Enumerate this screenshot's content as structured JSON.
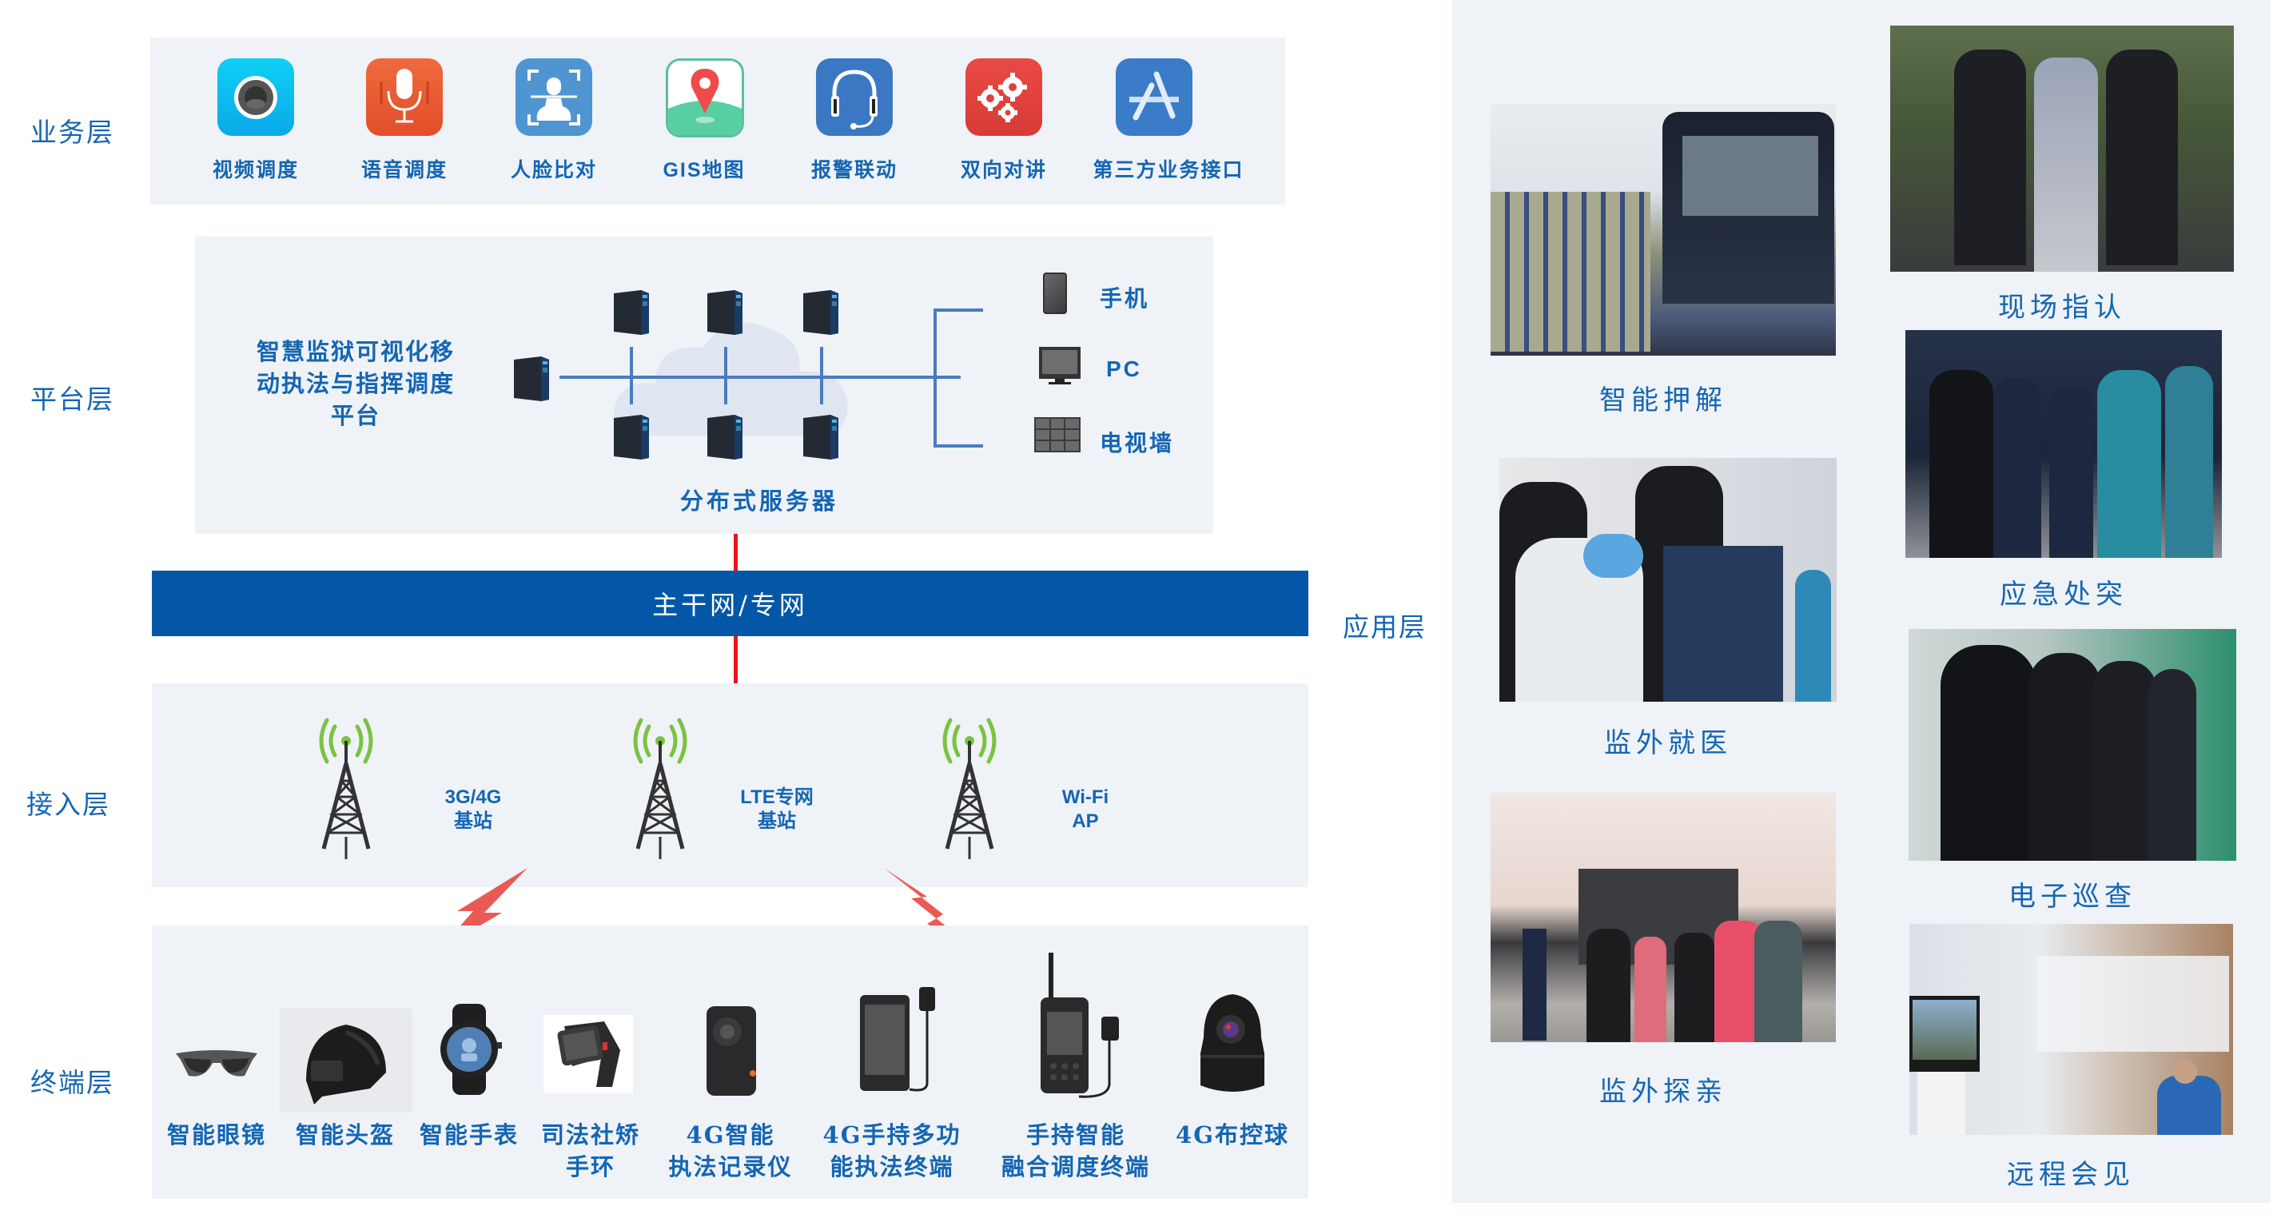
{
  "colors": {
    "label_blue": "#1466b3",
    "panel_bg": "#eff2f7",
    "backbone_bg": "#0457a7",
    "connector_red": "#e8141a",
    "line_blue": "#4a7bbf",
    "signal_green": "#7cc242",
    "bolt_red": "#ea5a55"
  },
  "layers": {
    "business": "业务层",
    "platform": "平台层",
    "access": "接入层",
    "terminal": "终端层",
    "application": "应用层"
  },
  "business": {
    "apps": [
      {
        "label": "视频调度",
        "icon": "camera-icon",
        "color": "#10b6ef"
      },
      {
        "label": "语音调度",
        "icon": "microphone-icon",
        "color": "#e8552e"
      },
      {
        "label": "人脸比对",
        "icon": "face-recognition-icon",
        "color": "#4a8fd0"
      },
      {
        "label": "GIS地图",
        "icon": "map-pin-icon",
        "color": "#ffffff"
      },
      {
        "label": "报警联动",
        "icon": "headset-icon",
        "color": "#3a78c4"
      },
      {
        "label": "双向对讲",
        "icon": "gears-icon",
        "color": "#e0403c"
      },
      {
        "label": "第三方业务接口",
        "icon": "app-store-icon",
        "color": "#3a7bc8"
      }
    ]
  },
  "platform": {
    "title_lines": [
      "智慧监狱可视化移",
      "动执法与指挥调度",
      "平台"
    ],
    "servers_label": "分布式服务器",
    "clients": [
      {
        "label": "手机",
        "icon": "mobile-phone-icon"
      },
      {
        "label": "PC",
        "icon": "monitor-icon"
      },
      {
        "label": "电视墙",
        "icon": "video-wall-icon"
      }
    ]
  },
  "backbone": {
    "label": "主干网/专网"
  },
  "access": {
    "stations": [
      {
        "line1": "3G/4G",
        "line2": "基站"
      },
      {
        "line1": "LTE专网",
        "line2": "基站"
      },
      {
        "line1": "Wi-Fi",
        "line2": "AP"
      }
    ]
  },
  "terminal": {
    "devices": [
      {
        "line1": "智能眼镜",
        "line2": "",
        "icon": "smart-glasses-icon"
      },
      {
        "line1": "智能头盔",
        "line2": "",
        "icon": "smart-helmet-icon"
      },
      {
        "line1": "智能手表",
        "line2": "",
        "icon": "smart-watch-icon"
      },
      {
        "line1": "司法社矫",
        "line2": "手环",
        "icon": "wristband-icon"
      },
      {
        "line1": "4G智能",
        "line2": "执法记录仪",
        "icon": "body-camera-icon"
      },
      {
        "line1": "4G手持多功",
        "line2": "能执法终端",
        "icon": "handheld-terminal-icon"
      },
      {
        "line1": "手持智能",
        "line2": "融合调度终端",
        "icon": "radio-terminal-icon"
      },
      {
        "line1": "4G布控球",
        "line2": "",
        "icon": "dome-camera-icon"
      }
    ]
  },
  "application": {
    "scenes": [
      {
        "label": "智能押解"
      },
      {
        "label": "现场指认"
      },
      {
        "label": "监外就医"
      },
      {
        "label": "应急处突"
      },
      {
        "label": "电子巡查"
      },
      {
        "label": "监外探亲"
      },
      {
        "label": "远程会见"
      }
    ]
  }
}
